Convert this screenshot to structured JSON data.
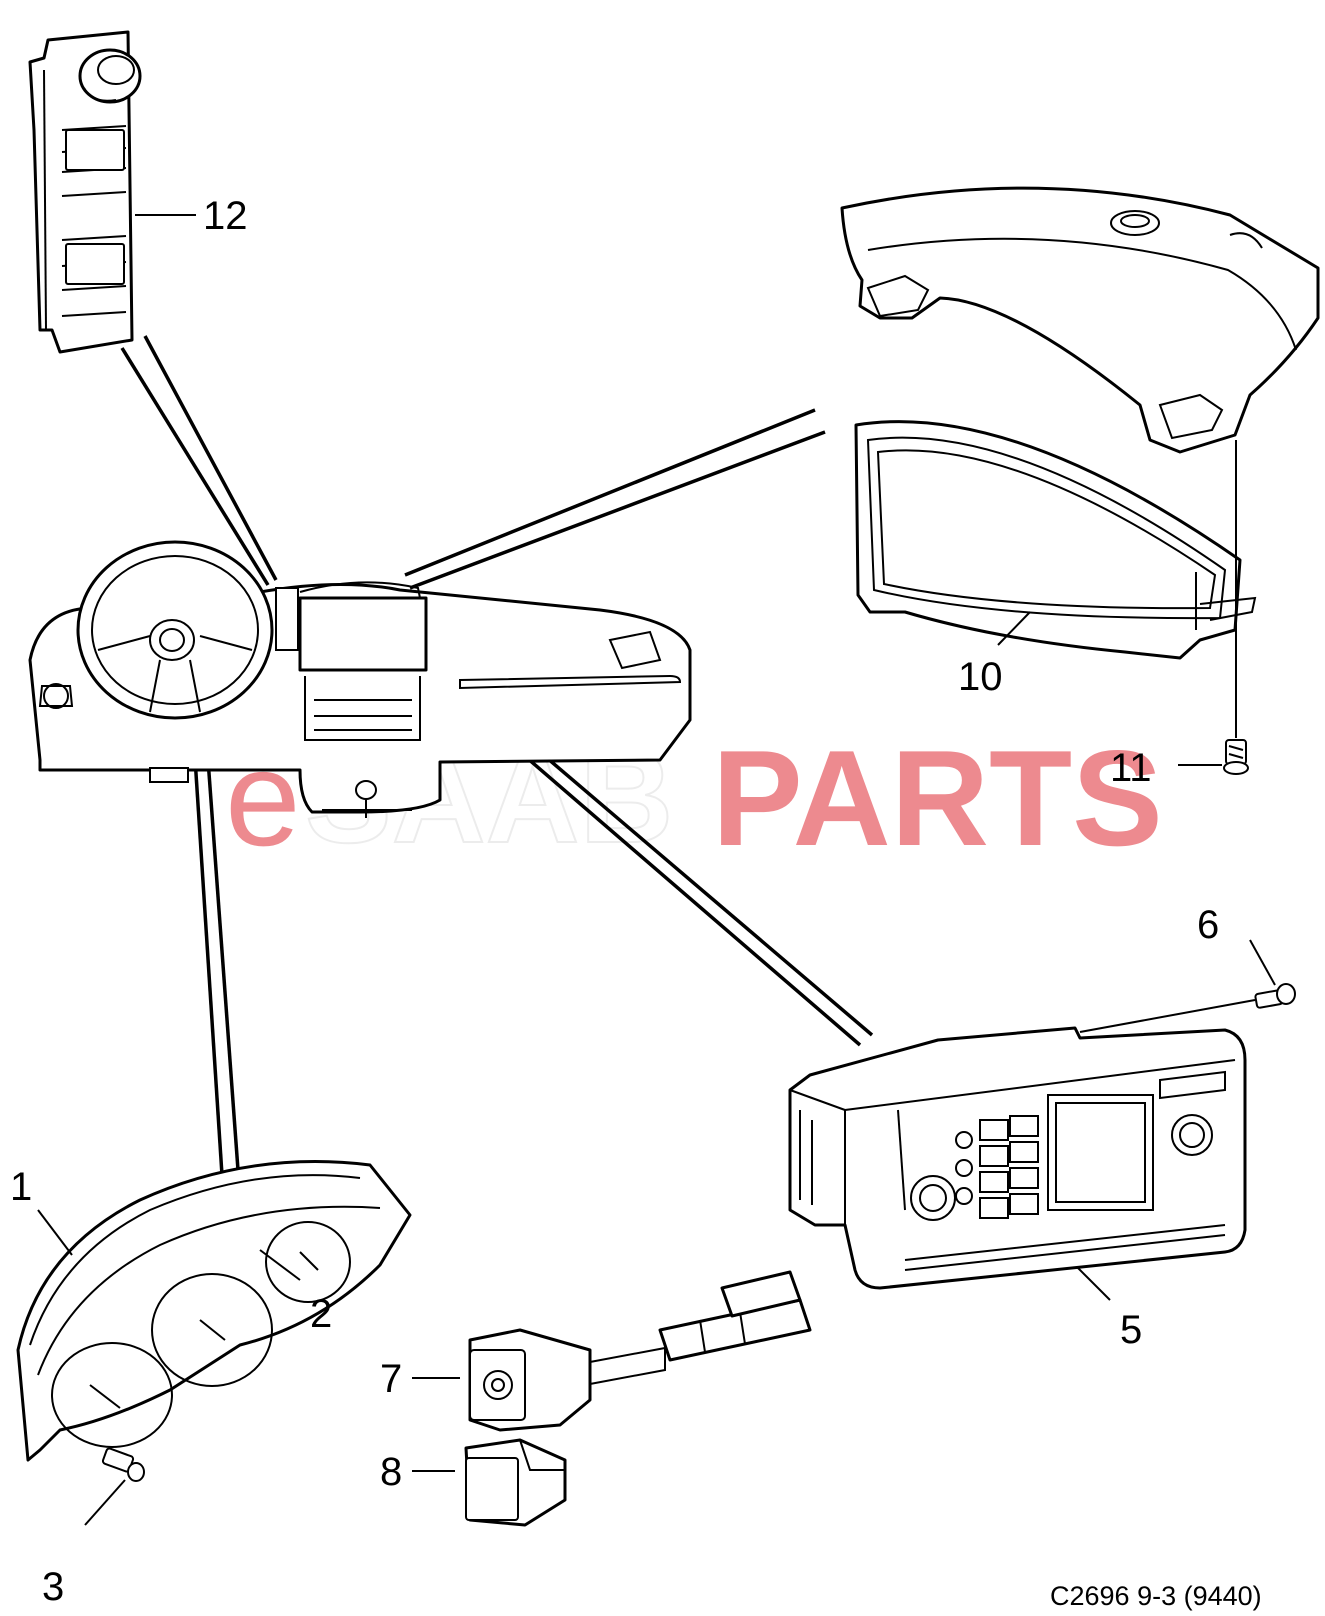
{
  "watermark": {
    "prefix": "e",
    "brand": "SAAB",
    "suffix": "PARTS",
    "color": "#ed8a8f"
  },
  "callouts": {
    "c1": "1",
    "c2": "2",
    "c3": "3",
    "c5": "5",
    "c6": "6",
    "c7": "7",
    "c8": "8",
    "c10": "10",
    "c11": "11",
    "c12": "12"
  },
  "reference": "C2696 9-3 (9440)"
}
